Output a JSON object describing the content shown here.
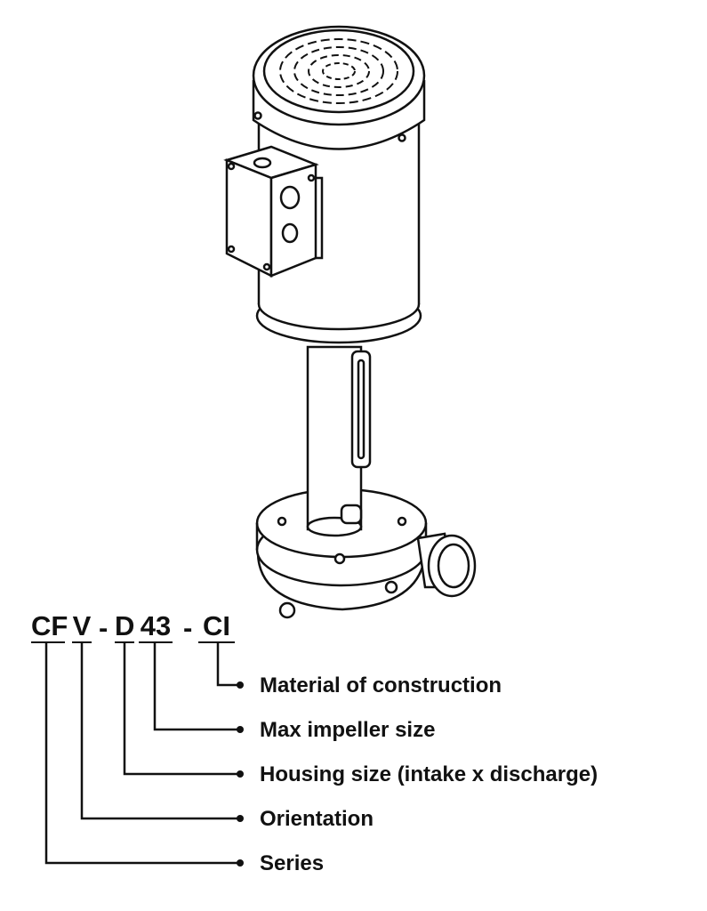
{
  "model_code": {
    "segments": [
      "CF",
      "V",
      "D",
      "43",
      "CI"
    ],
    "separators": [
      "-",
      "-"
    ]
  },
  "legend": [
    {
      "segment": "CI",
      "label": "Material of construction"
    },
    {
      "segment": "43",
      "label": "Max impeller size"
    },
    {
      "segment": "D",
      "label": "Housing size (intake x discharge)"
    },
    {
      "segment": "V",
      "label": "Orientation"
    },
    {
      "segment": "CF",
      "label": "Series"
    }
  ],
  "colors": {
    "ink": "#111111",
    "background": "#ffffff"
  }
}
